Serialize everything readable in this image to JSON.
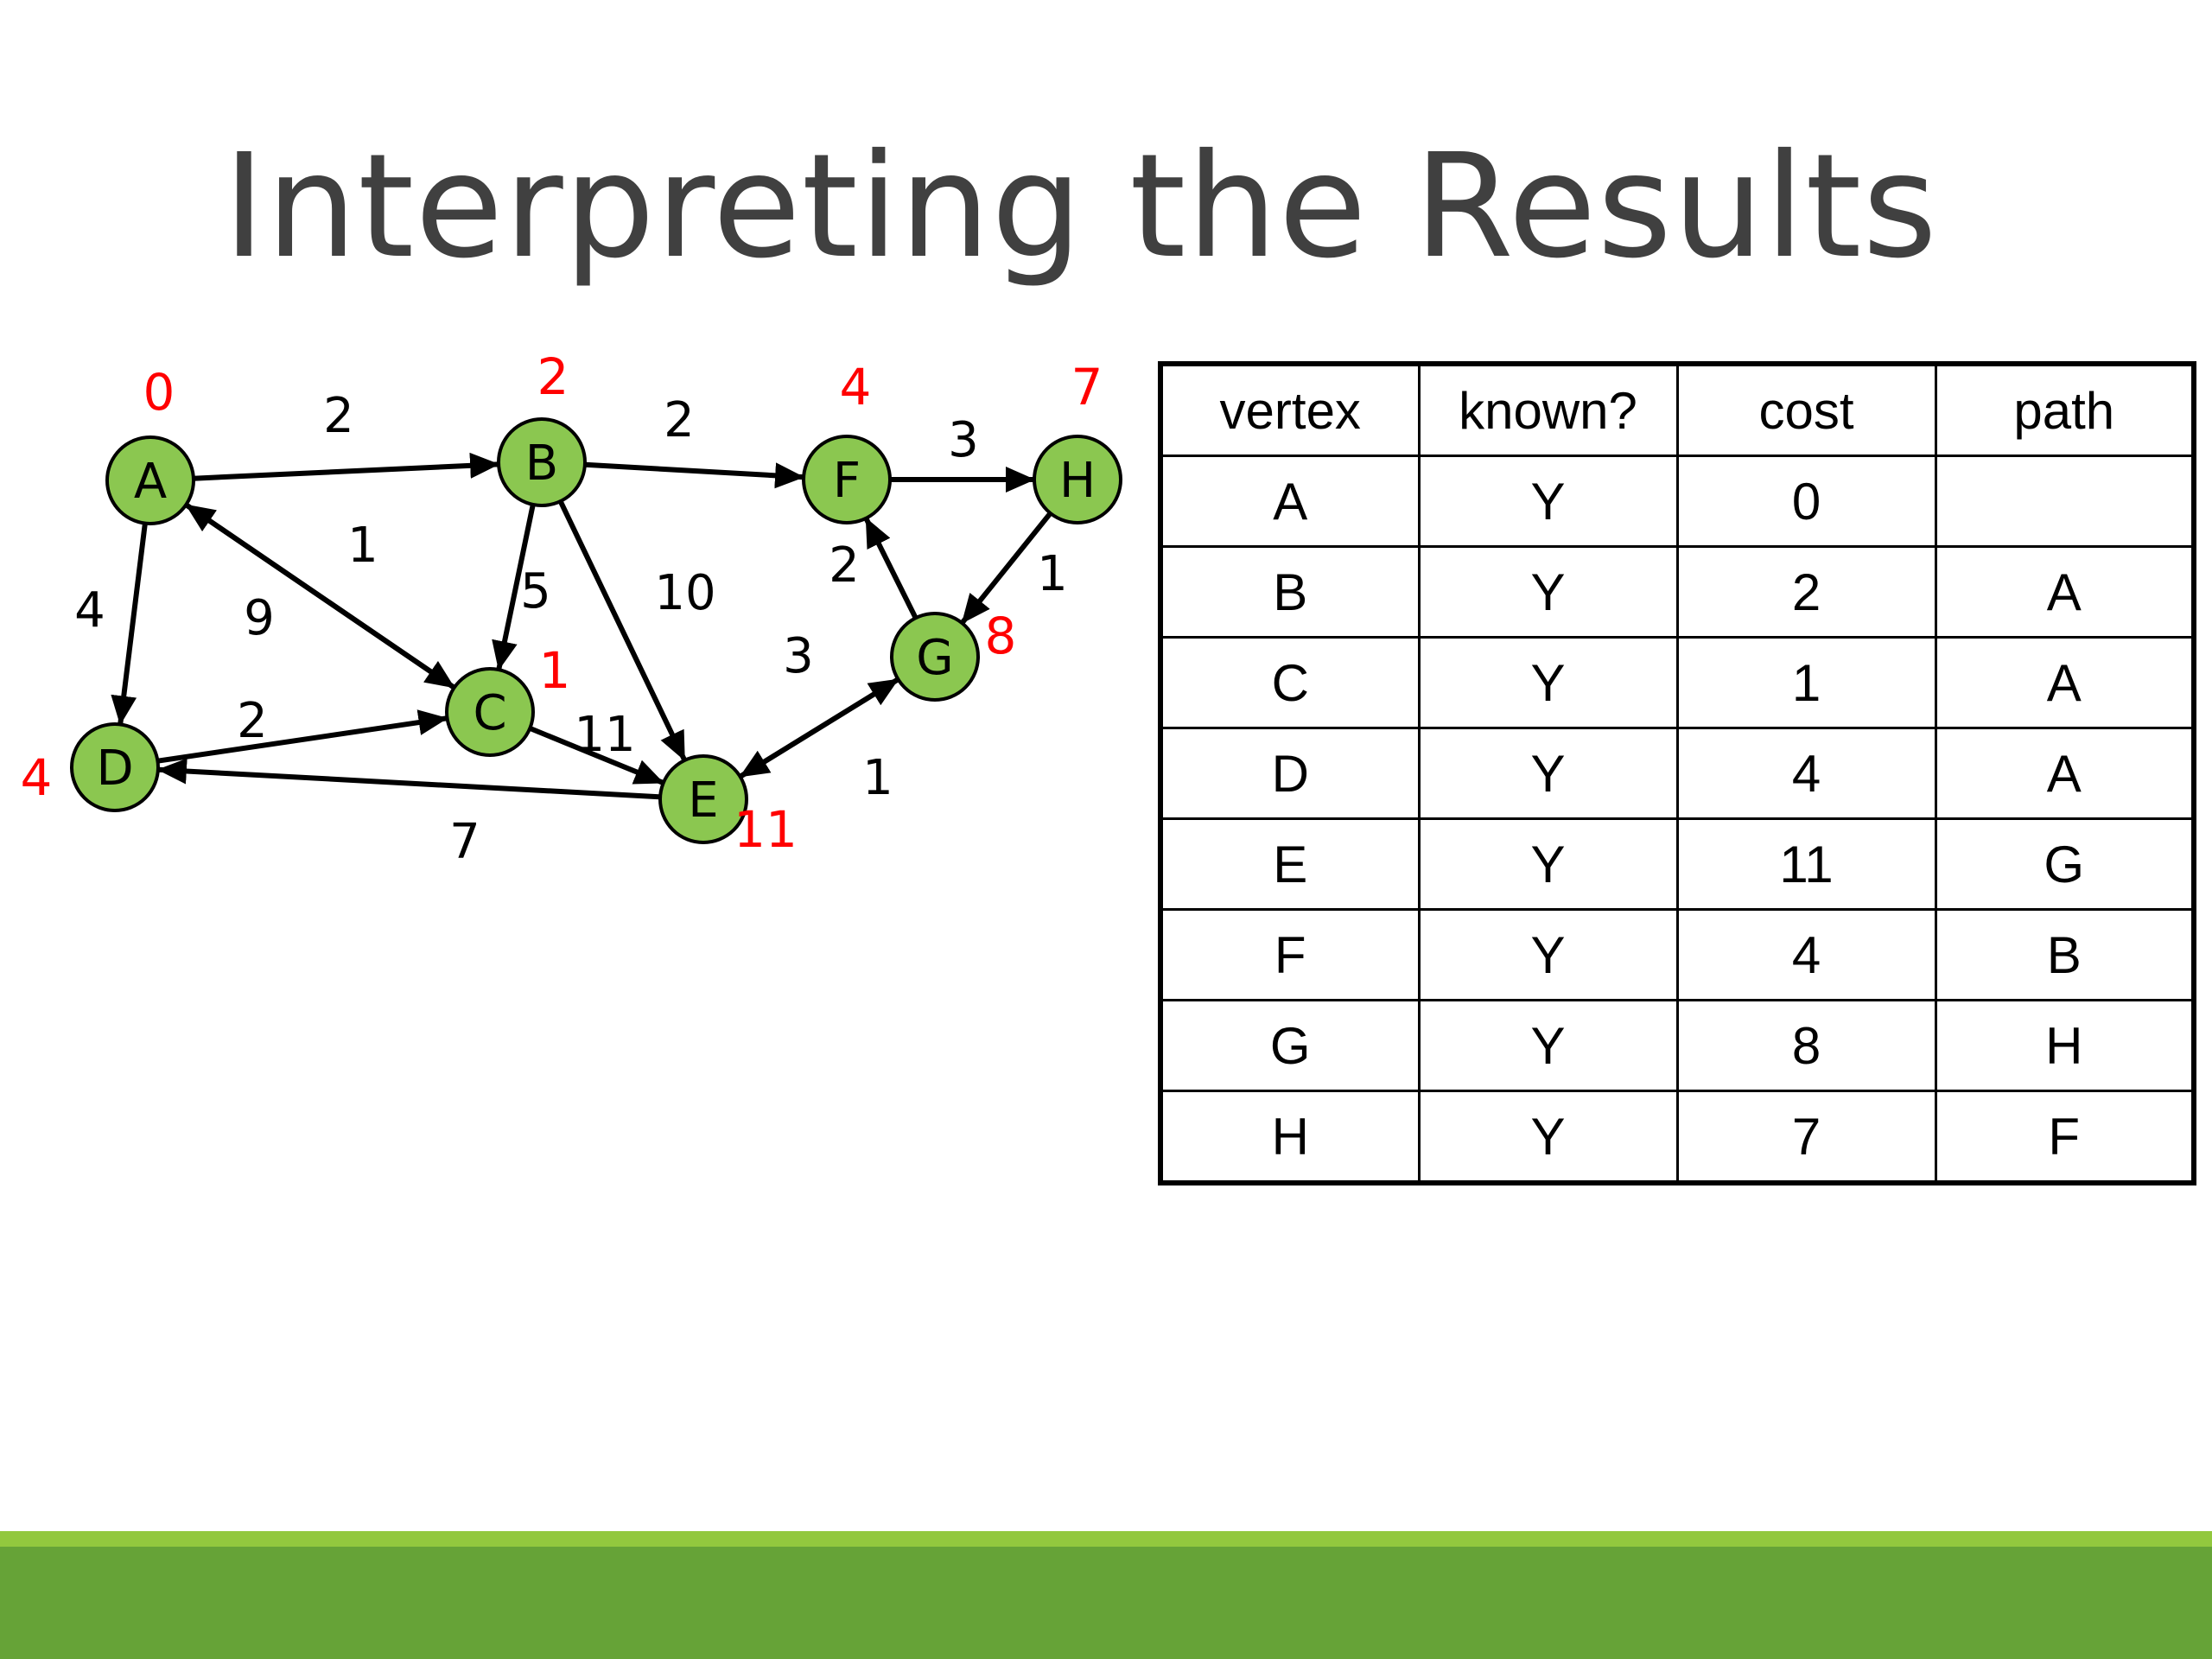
{
  "slide": {
    "title": "Interpreting the Results"
  },
  "colors": {
    "node_fill": "#8bc750",
    "cost_label": "#ff0000",
    "edge": "#000000",
    "title_text": "#404040",
    "footer": "#66a337",
    "footer_accent": "#92c83e"
  },
  "graph": {
    "nodes": [
      {
        "id": "A",
        "label": "A",
        "cost": "0"
      },
      {
        "id": "B",
        "label": "B",
        "cost": "2"
      },
      {
        "id": "F",
        "label": "F",
        "cost": "4"
      },
      {
        "id": "H",
        "label": "H",
        "cost": "7"
      },
      {
        "id": "C",
        "label": "C",
        "cost": "1"
      },
      {
        "id": "G",
        "label": "G",
        "cost": "8"
      },
      {
        "id": "D",
        "label": "D",
        "cost": "4"
      },
      {
        "id": "E",
        "label": "E",
        "cost": "11"
      }
    ],
    "edges": [
      {
        "from": "A",
        "to": "B",
        "weight": "2"
      },
      {
        "from": "B",
        "to": "F",
        "weight": "2"
      },
      {
        "from": "F",
        "to": "H",
        "weight": "3"
      },
      {
        "from": "A",
        "to": "C",
        "weight": "1"
      },
      {
        "from": "C",
        "to": "A",
        "weight": "9"
      },
      {
        "from": "A",
        "to": "D",
        "weight": "4"
      },
      {
        "from": "B",
        "to": "C",
        "weight": "5"
      },
      {
        "from": "B",
        "to": "E",
        "weight": "10"
      },
      {
        "from": "H",
        "to": "G",
        "weight": "1"
      },
      {
        "from": "G",
        "to": "F",
        "weight": "2"
      },
      {
        "from": "G",
        "to": "E",
        "weight": "3"
      },
      {
        "from": "D",
        "to": "C",
        "weight": "2"
      },
      {
        "from": "C",
        "to": "E",
        "weight": "11"
      },
      {
        "from": "E",
        "to": "G",
        "weight": "1"
      },
      {
        "from": "E",
        "to": "D",
        "weight": "7"
      }
    ]
  },
  "table": {
    "headers": [
      "vertex",
      "known?",
      "cost",
      "path"
    ],
    "rows": [
      [
        "A",
        "Y",
        "0",
        ""
      ],
      [
        "B",
        "Y",
        "2",
        "A"
      ],
      [
        "C",
        "Y",
        "1",
        "A"
      ],
      [
        "D",
        "Y",
        "4",
        "A"
      ],
      [
        "E",
        "Y",
        "11",
        "G"
      ],
      [
        "F",
        "Y",
        "4",
        "B"
      ],
      [
        "G",
        "Y",
        "8",
        "H"
      ],
      [
        "H",
        "Y",
        "7",
        "F"
      ]
    ]
  }
}
